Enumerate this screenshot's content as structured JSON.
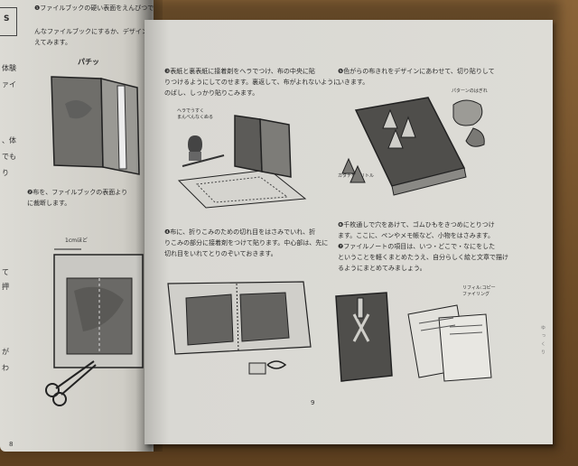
{
  "left_page": {
    "heading_line1": "❶ファイルブックの硬い表面をえんぴつで",
    "heading_line2": "んなファイルブックにするか、デザインを考",
    "heading_line3": "えてみます。",
    "sound_effect": "パチッ",
    "step2_text_line1": "❷布を、ファイルブックの表面より",
    "step2_text_line2": "に裁断します。",
    "dimension_label": "1cmほど",
    "page_number": "8",
    "edge_chars": [
      "S",
      "体験",
      "ァイ",
      "、体",
      "でも",
      "り",
      "て",
      "押",
      "が",
      "わ"
    ]
  },
  "right_page": {
    "col1": {
      "step3_line1": "❸表紙と裏表紙に接着剤をヘラでつけ、布の中央に貼",
      "step3_line2": "りつけるようにしてのせます。裏返して、布がよれないように",
      "step3_line3": "のばし、しっかり貼りこみます。",
      "tool_label_line1": "ヘラでうすく",
      "tool_label_line2": "まんべんなくぬる",
      "step4_line1": "❹布に、折りこみのための切れ目をはさみでいれ、折",
      "step4_line2": "りこみの部分に接着剤をつけて貼ります。中心部は、先に",
      "step4_line3": "切れ目をいれてとりのぞいておきます。"
    },
    "col2": {
      "step5_line1": "❺色がらの布きれをデザインにあわせて、切り貼りして",
      "step5_line2": "いきます。",
      "pattern_label": "パターンのはぎれ",
      "cut_label": "カタチをキリトル",
      "step6_line1": "❻千枚通しで穴をあけて、ゴムひもをきつめにとりつけ",
      "step6_line2": "ます。ここに、ペンやメモ帳など、小物をはさみます。",
      "step7_line1": "❼ファイルノートの項目は、いつ・どこで・なにをした",
      "step7_line2": "ということを軽くまとめたうえ、自分らしく絵と文章で描け",
      "step7_line3": "るようにまとめてみましょう。",
      "refill_label_line1": "リフィル:コピー",
      "refill_label_line2": "ファイリング"
    },
    "page_number": "9",
    "margin_note": "ゆっくり"
  }
}
